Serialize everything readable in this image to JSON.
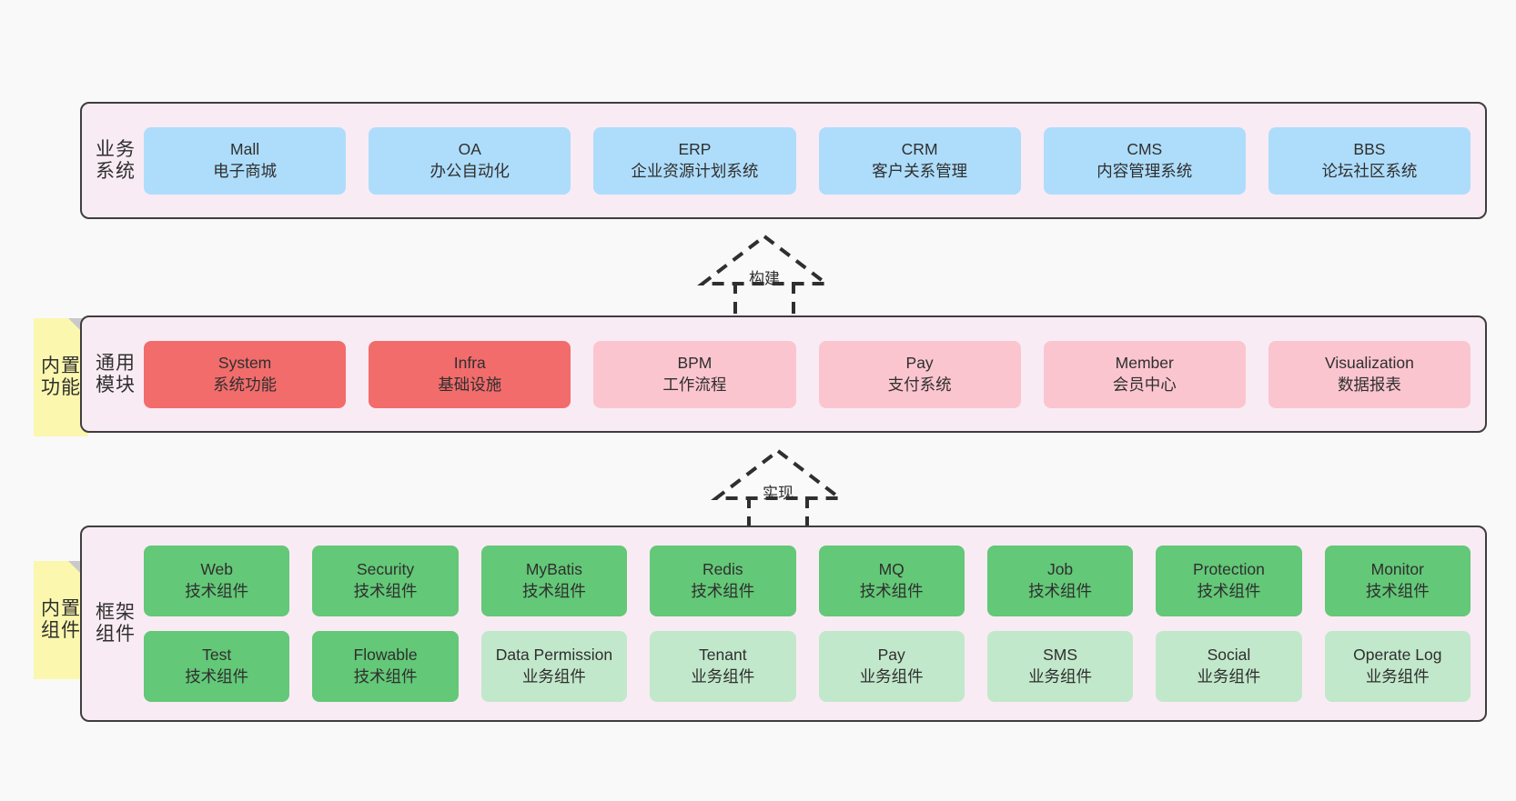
{
  "diagram": {
    "background": "#F9F9F9",
    "panel_fill": "#F9EBF4",
    "panel_border": "#3E3E3E",
    "note_fill": "#FBF7AE"
  },
  "layers": [
    {
      "id": "business",
      "title": "业务系统",
      "rows": [
        [
          {
            "name": "Mall",
            "desc": "电子商城",
            "color": "#AEDDFB",
            "style": "blue"
          },
          {
            "name": "OA",
            "desc": "办公自动化",
            "color": "#AEDDFB",
            "style": "blue"
          },
          {
            "name": "ERP",
            "desc": "企业资源计划系统",
            "color": "#AEDDFB",
            "style": "blue"
          },
          {
            "name": "CRM",
            "desc": "客户关系管理",
            "color": "#AEDDFB",
            "style": "blue"
          },
          {
            "name": "CMS",
            "desc": "内容管理系统",
            "color": "#AEDDFB",
            "style": "blue"
          },
          {
            "name": "BBS",
            "desc": "论坛社区系统",
            "color": "#AEDDFB",
            "style": "blue"
          }
        ]
      ]
    },
    {
      "id": "common",
      "title": "通用模块",
      "note": "内置功能",
      "rows": [
        [
          {
            "name": "System",
            "desc": "系统功能",
            "color": "#F26C6C",
            "style": "red"
          },
          {
            "name": "Infra",
            "desc": "基础设施",
            "color": "#F26C6C",
            "style": "red"
          },
          {
            "name": "BPM",
            "desc": "工作流程",
            "color": "#FBC5CF",
            "style": "pink"
          },
          {
            "name": "Pay",
            "desc": "支付系统",
            "color": "#FBC5CF",
            "style": "pink"
          },
          {
            "name": "Member",
            "desc": "会员中心",
            "color": "#FBC5CF",
            "style": "pink"
          },
          {
            "name": "Visualization",
            "desc": "数据报表",
            "color": "#FBC5CF",
            "style": "pink"
          }
        ]
      ]
    },
    {
      "id": "framework",
      "title": "框架组件",
      "note": "内置组件",
      "rows": [
        [
          {
            "name": "Web",
            "desc": "技术组件",
            "color": "#63C877",
            "style": "green"
          },
          {
            "name": "Security",
            "desc": "技术组件",
            "color": "#63C877",
            "style": "green"
          },
          {
            "name": "MyBatis",
            "desc": "技术组件",
            "color": "#63C877",
            "style": "green"
          },
          {
            "name": "Redis",
            "desc": "技术组件",
            "color": "#63C877",
            "style": "green"
          },
          {
            "name": "MQ",
            "desc": "技术组件",
            "color": "#63C877",
            "style": "green"
          },
          {
            "name": "Job",
            "desc": "技术组件",
            "color": "#63C877",
            "style": "green"
          },
          {
            "name": "Protection",
            "desc": "技术组件",
            "color": "#63C877",
            "style": "green"
          },
          {
            "name": "Monitor",
            "desc": "技术组件",
            "color": "#63C877",
            "style": "green"
          }
        ],
        [
          {
            "name": "Test",
            "desc": "技术组件",
            "color": "#63C877",
            "style": "green"
          },
          {
            "name": "Flowable",
            "desc": "技术组件",
            "color": "#63C877",
            "style": "green"
          },
          {
            "name": "Data Permission",
            "desc": "业务组件",
            "color": "#C2E8CB",
            "style": "lgreen"
          },
          {
            "name": "Tenant",
            "desc": "业务组件",
            "color": "#C2E8CB",
            "style": "lgreen"
          },
          {
            "name": "Pay",
            "desc": "业务组件",
            "color": "#C2E8CB",
            "style": "lgreen"
          },
          {
            "name": "SMS",
            "desc": "业务组件",
            "color": "#C2E8CB",
            "style": "lgreen"
          },
          {
            "name": "Social",
            "desc": "业务组件",
            "color": "#C2E8CB",
            "style": "lgreen"
          },
          {
            "name": "Operate Log",
            "desc": "业务组件",
            "color": "#C2E8CB",
            "style": "lgreen"
          }
        ]
      ]
    }
  ],
  "connectors": [
    {
      "id": "build",
      "label": "构建",
      "from": "common",
      "to": "business",
      "style": "dashed-generalization"
    },
    {
      "id": "impl",
      "label": "实现",
      "from": "framework",
      "to": "common",
      "style": "dashed-generalization"
    }
  ]
}
